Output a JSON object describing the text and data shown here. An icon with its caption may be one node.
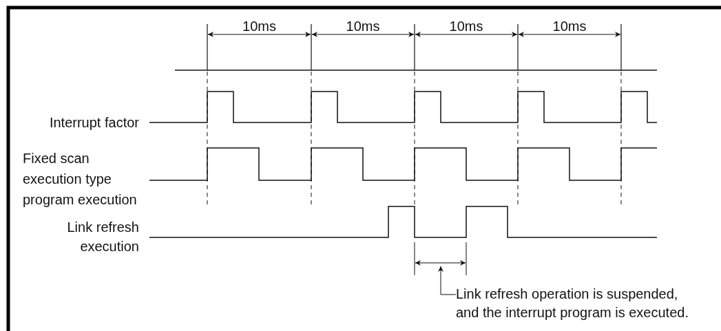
{
  "diagram": {
    "nodes": [
      {
        "text": [
          "Link refresh operation is suspended, and the interrupt program is executed."
        ]
      },
      {
        "text": [],
        "shape": "bar"
      }
    ],
    "edges": [
      {
        "from": 0,
        "to": 1,
        "arrow": "to"
      }
    ],
    "labels": [
      "10ms",
      "10ms",
      "10ms",
      "10ms",
      "Interrupt factor",
      "Fixed scan execution type program execution",
      "Link refresh execution"
    ]
  }
}
